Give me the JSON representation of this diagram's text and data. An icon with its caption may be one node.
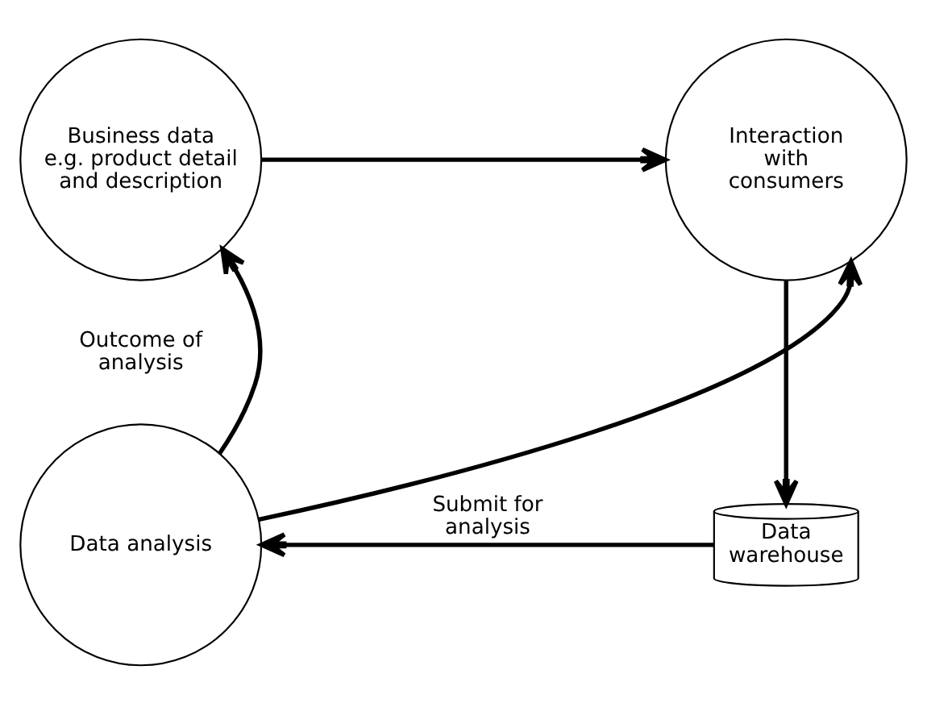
{
  "diagram": {
    "nodes": [
      {
        "text": [
          "Business data",
          "e.g. product detail and description"
        ]
      },
      {
        "text": [
          "Interaction with consumers"
        ]
      },
      {
        "text": [
          "Data warehouse"
        ]
      },
      {
        "text": [
          "Data analysis"
        ]
      }
    ],
    "edges": [
      {
        "from": 0,
        "to": 1,
        "arrow": "to"
      },
      {
        "from": 1,
        "to": 2,
        "arrow": "to"
      },
      {
        "from": 2,
        "to": 3,
        "arrow": "to",
        "label": "Submit for analysis"
      },
      {
        "from": 3,
        "to": 0,
        "arrow": "to"
      },
      {
        "from": 3,
        "to": 1,
        "arrow": "to"
      }
    ],
    "labels": [
      "Outcome of analysis"
    ]
  }
}
